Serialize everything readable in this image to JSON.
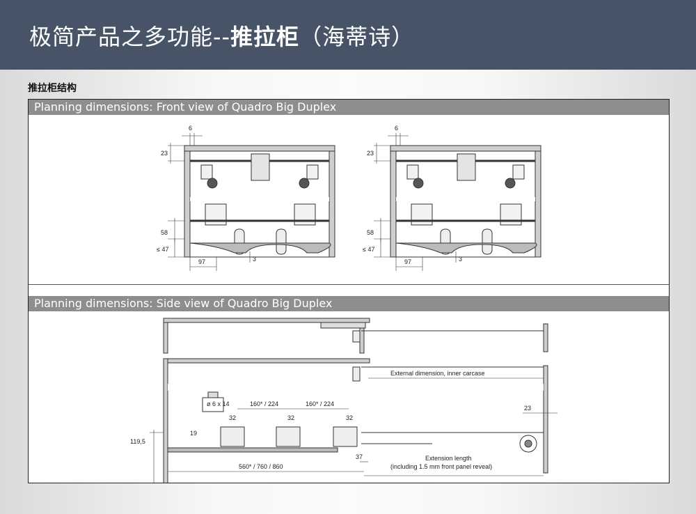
{
  "header": {
    "title_prefix": "极简产品之多功能--",
    "title_bold": "推拉柜",
    "title_suffix": "（海蒂诗）"
  },
  "section_label": "推拉柜结构",
  "front_view": {
    "bar_title": "Planning dimensions: Front view of Quadro Big Duplex",
    "dims": {
      "d6": "6",
      "d23": "23",
      "d58": "58",
      "d47": "≤ 47",
      "d97": "97",
      "d3": "3"
    }
  },
  "side_view": {
    "bar_title": "Planning dimensions: Side view of Quadro Big Duplex",
    "screw_label": "ø 6 x 14",
    "external_dimension": "External dimension, inner carcase",
    "extension_length_1": "Extension length",
    "extension_length_2": "(including 1.5 mm front panel reveal)",
    "spacing_1": "160* / 224",
    "spacing_2": "160* / 224",
    "d32": "32",
    "d19": "19",
    "d23": "23",
    "height": "119,5",
    "length": "560* / 760 / 860",
    "d37": "37"
  }
}
